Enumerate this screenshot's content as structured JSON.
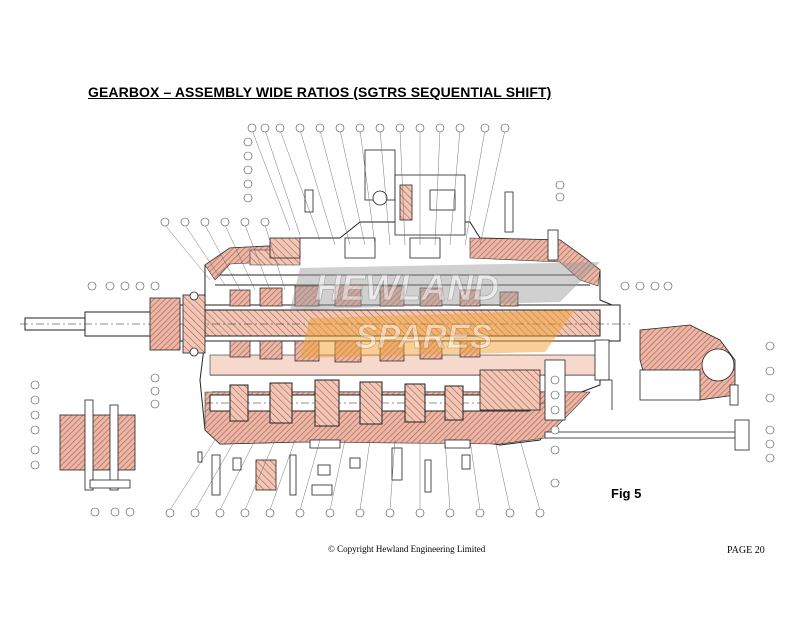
{
  "page": {
    "title": "GEARBOX – ASSEMBLY WIDE RATIOS (SGTRS SEQUENTIAL SHIFT)",
    "figure_label": "Fig 5",
    "copyright": "© Copyright Hewland Engineering Limited",
    "page_number": "PAGE 20"
  },
  "watermark": {
    "line1": "HEWLAND",
    "line2": "SPARES"
  },
  "colors": {
    "section_hatch": "#c87060",
    "line": "#222222",
    "watermark_gray": "#9a9a9a",
    "watermark_orange": "#f0a030"
  }
}
